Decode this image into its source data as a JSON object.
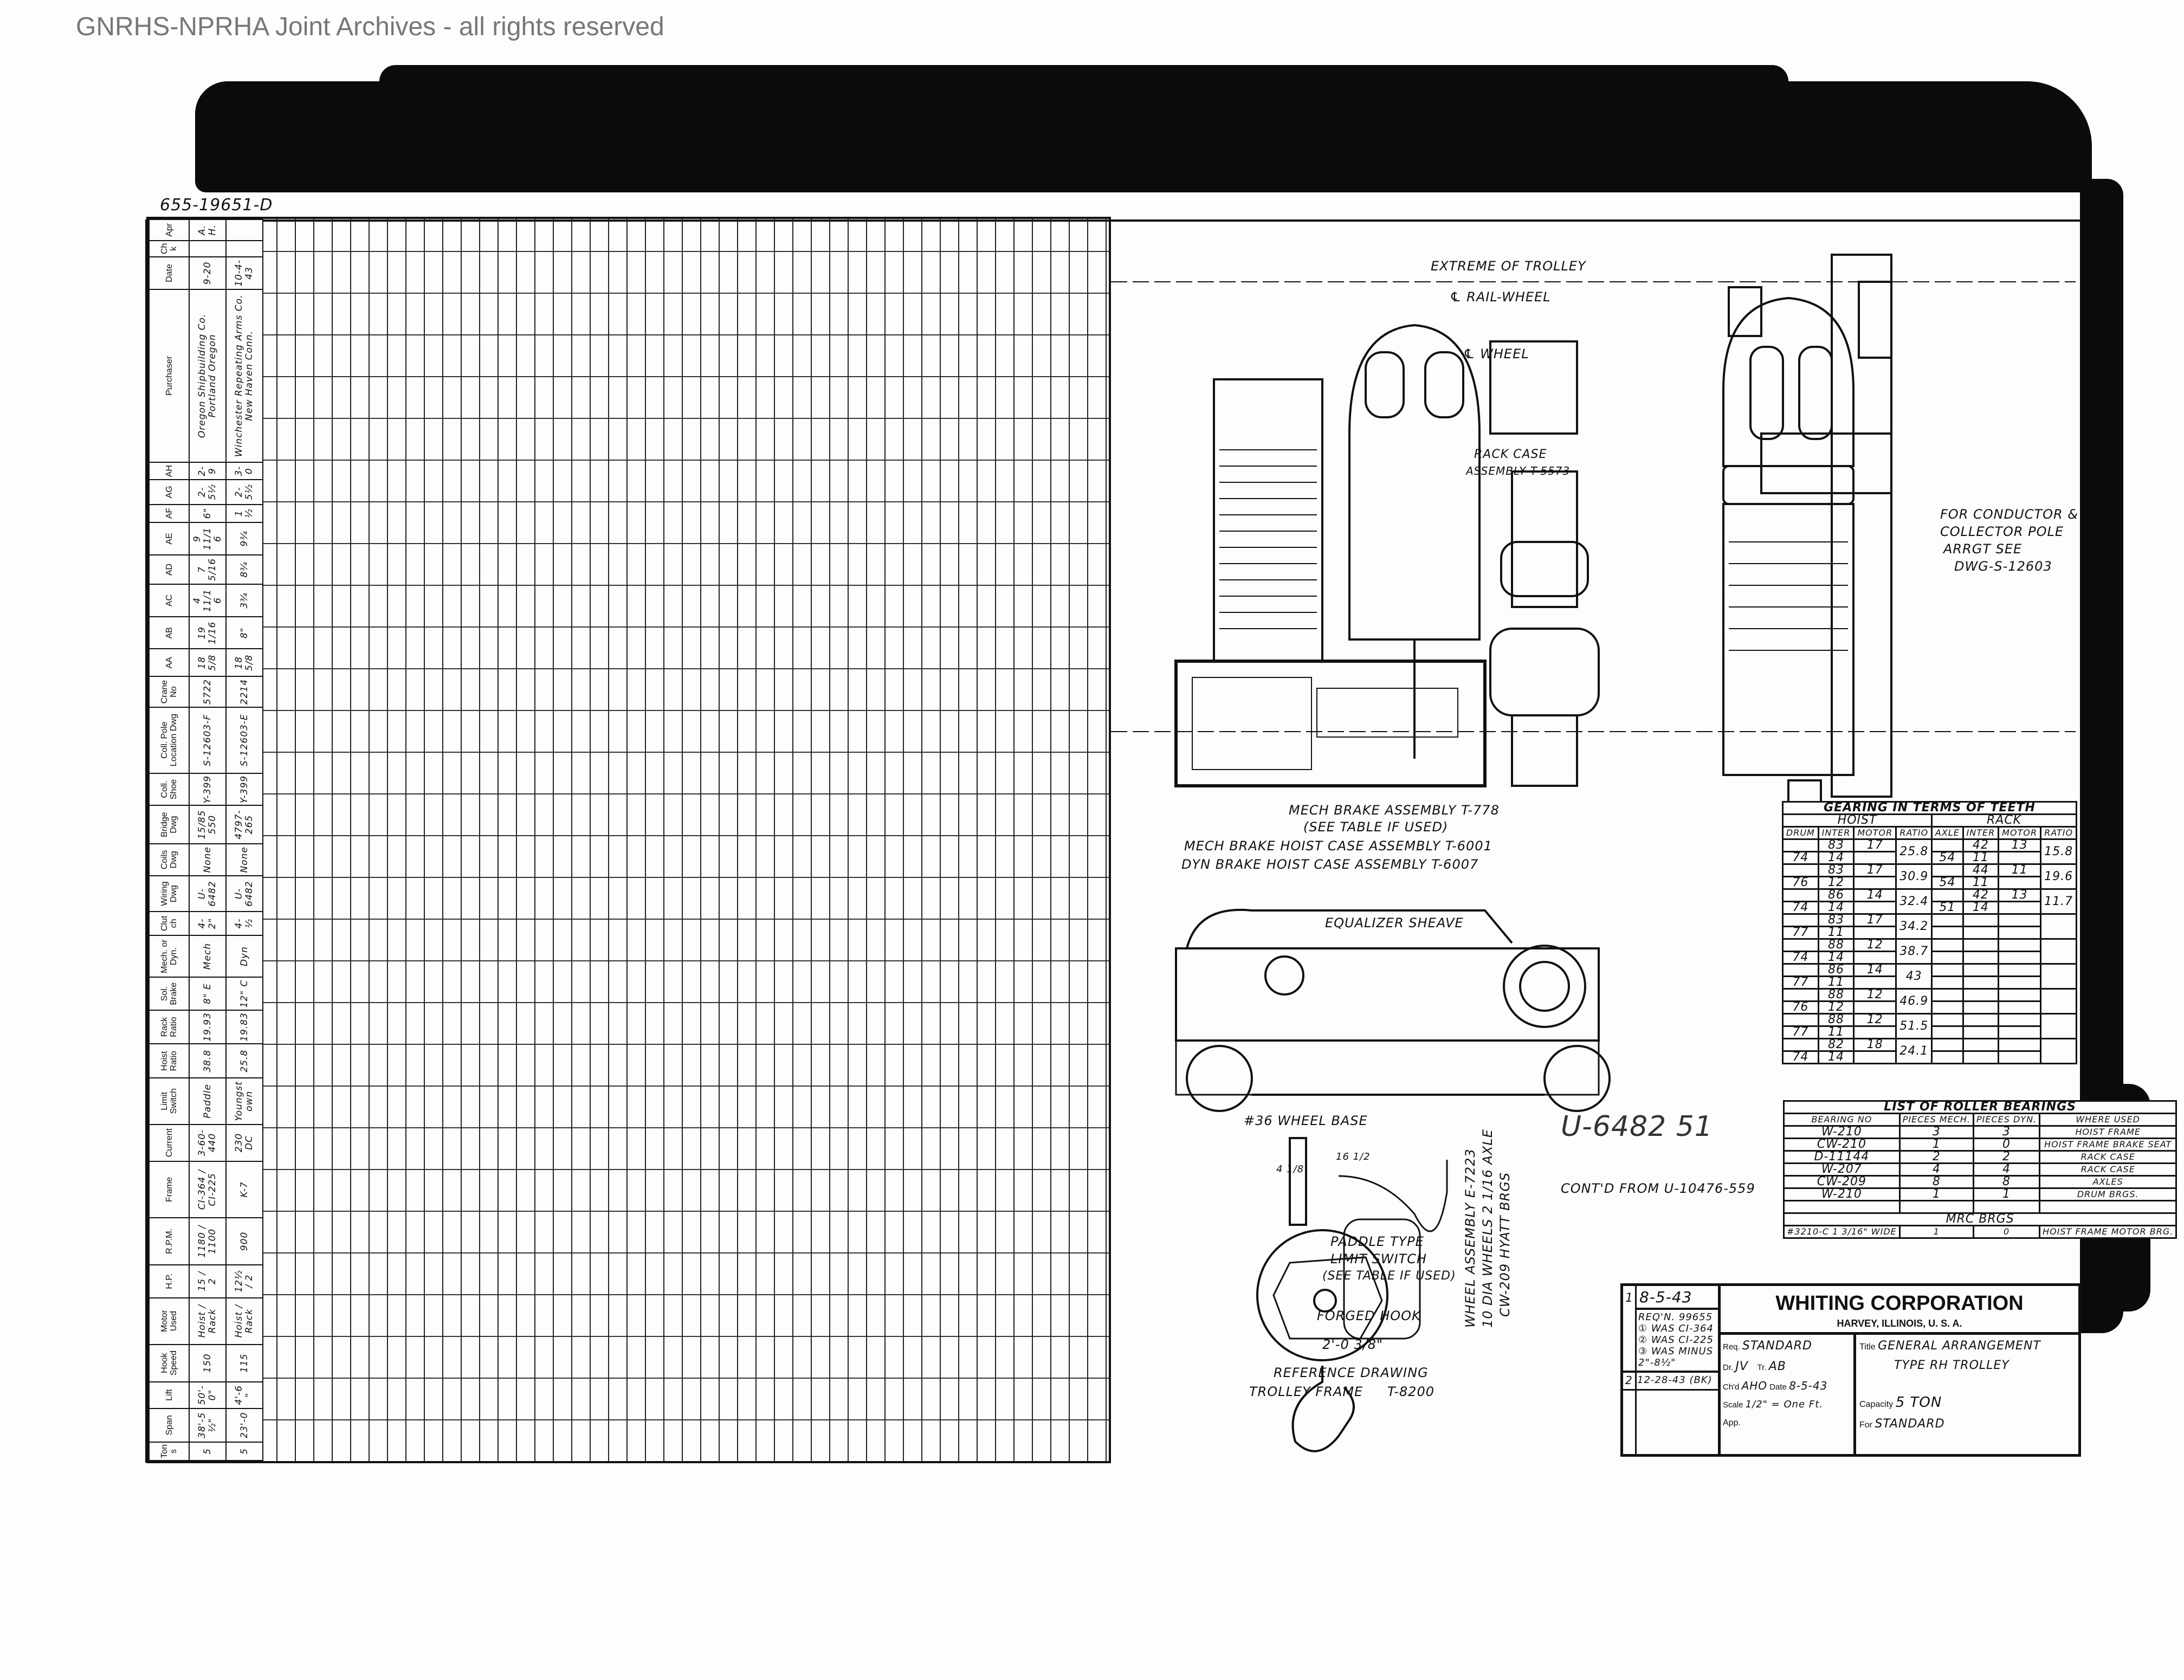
{
  "watermark": "GNRHS-NPRHA Joint Archives - all rights reserved",
  "drawing_number_note": "655-19651-D",
  "order_table": {
    "headers": [
      "Tons",
      "Span",
      "Lift",
      "Hook Speed",
      "Motor Used",
      "H.P.",
      "R.P.M.",
      "Frame",
      "Current",
      "Limit Switch",
      "Hoist Ratio",
      "Rack Ratio",
      "Sol. Brake",
      "Mech. or Dyn.",
      "Clutch",
      "Wiring Dwg",
      "Coils Dwg",
      "Bridge Dwg",
      "Coll. Shoe",
      "Coll. Pole Location Dwg",
      "Crane No",
      "AA",
      "AB",
      "AC",
      "AD",
      "AE",
      "AF",
      "AG",
      "AH",
      "Purchaser",
      "Date",
      "Chk",
      "Apr"
    ],
    "rows": [
      [
        "5",
        "38'-5½\"",
        "50'-0\"",
        "150",
        "Hoist / Rack",
        "15 / 2",
        "1180 / 1100",
        "CI-364 / CI-225",
        "3-60-440",
        "Paddle",
        "38.8",
        "19.93",
        "8\" E",
        "Mech",
        "4-2\"",
        "U-6482",
        "None",
        "15/85550",
        "Y-399",
        "S-12603-F",
        "5722",
        "18 5/8",
        "19 1/16",
        "4 11/16",
        "7 5/16",
        "9 11/16",
        "6\"",
        "2-5½",
        "2-9",
        "Oregon Shipbuilding Co. Portland Oregon",
        "9-20",
        "",
        "A.H."
      ],
      [
        "5",
        "23'-0",
        "4'-6\"",
        "115",
        "Hoist / Rack",
        "12½ / 2",
        "900",
        "K-7",
        "230 DC",
        "Youngstown",
        "25.8",
        "19.83",
        "12\" C",
        "Dyn",
        "4-½",
        "U-6482",
        "None",
        "4797-265",
        "Y-399",
        "S-12603-E",
        "2214",
        "18 5/8",
        "8\"",
        "3¾",
        "8¾",
        "9¾",
        "1½",
        "2-5½",
        "3-0",
        "Winchester Repeating Arms Co. New Haven Conn.",
        "10-4-43",
        "",
        ""
      ]
    ]
  },
  "notes": {
    "extreme_trolley": "EXTREME OF TROLLEY",
    "rail_wheel": "℄ RAIL-WHEEL",
    "wheel": "℄ WHEEL",
    "rack_case": "RACK CASE",
    "rack_case_assy": "ASSEMBLY T-5573",
    "conductor_1": "FOR CONDUCTOR &",
    "conductor_2": "COLLECTOR POLE",
    "conductor_3": "ARRGT SEE",
    "conductor_4": "DWG-S-12603",
    "mech_brake_assy": "MECH BRAKE ASSEMBLY T-778",
    "see_table": "(SEE TABLE IF USED)",
    "mech_brake_hoist": "MECH BRAKE HOIST CASE ASSEMBLY T-6001",
    "dyn_brake_hoist": "DYN BRAKE HOIST CASE ASSEMBLY T-6007",
    "equalizer": "EQUALIZER SHEAVE",
    "wheel_base": "#36 WHEEL BASE",
    "paddle_1": "PADDLE TYPE",
    "paddle_2": "LIMIT SWITCH",
    "paddle_3": "(SEE TABLE IF USED)",
    "forged_hook": "FORGED HOOK",
    "dim_2ft": "2'-0 3/8\"",
    "dim_4": "4 1/8",
    "dim_16": "16 1/2",
    "reference_1": "REFERENCE DRAWING",
    "reference_2": "TROLLEY FRAME",
    "reference_3": "T-8200",
    "wheel_assy_1": "WHEEL ASSEMBLY E-7223",
    "wheel_assy_2": "10 DIA WHEELS 2 1/16 AXLE",
    "wheel_assy_3": "CW-209 HYATT BRGS",
    "contd": "CONT'D FROM U-10476-559",
    "pencil_mark": "U-6482 51"
  },
  "gearing_table": {
    "title": "GEARING IN TERMS OF TEETH",
    "hoist": "HOIST",
    "rack": "RACK",
    "columns": [
      "DRUM",
      "INTER",
      "MOTOR",
      "RATIO",
      "AXLE",
      "INTER",
      "MOTOR",
      "RATIO"
    ],
    "groups": [
      {
        "hoist": [
          [
            "",
            "83",
            "17"
          ],
          [
            "74",
            "14",
            ""
          ]
        ],
        "hoist_ratio": "25.8",
        "rack": [
          [
            "",
            "42",
            "13"
          ],
          [
            "54",
            "11",
            ""
          ]
        ],
        "rack_ratio": "15.8"
      },
      {
        "hoist": [
          [
            "",
            "83",
            "17"
          ],
          [
            "76",
            "12",
            ""
          ]
        ],
        "hoist_ratio": "30.9",
        "rack": [
          [
            "",
            "44",
            "11"
          ],
          [
            "54",
            "11",
            ""
          ]
        ],
        "rack_ratio": "19.6"
      },
      {
        "hoist": [
          [
            "",
            "86",
            "14"
          ],
          [
            "74",
            "14",
            ""
          ]
        ],
        "hoist_ratio": "32.4",
        "rack": [
          [
            "",
            "42",
            "13"
          ],
          [
            "51",
            "14",
            ""
          ]
        ],
        "rack_ratio": "11.7"
      },
      {
        "hoist": [
          [
            "",
            "83",
            "17"
          ],
          [
            "77",
            "11",
            ""
          ]
        ],
        "hoist_ratio": "34.2",
        "rack": [
          [
            "",
            "",
            ""
          ],
          [
            "",
            "",
            ""
          ]
        ],
        "rack_ratio": ""
      },
      {
        "hoist": [
          [
            "",
            "88",
            "12"
          ],
          [
            "74",
            "14",
            ""
          ]
        ],
        "hoist_ratio": "38.7",
        "rack": [
          [
            "",
            "",
            ""
          ],
          [
            "",
            "",
            ""
          ]
        ],
        "rack_ratio": ""
      },
      {
        "hoist": [
          [
            "",
            "86",
            "14"
          ],
          [
            "77",
            "11",
            ""
          ]
        ],
        "hoist_ratio": "43",
        "rack": [
          [
            "",
            "",
            ""
          ],
          [
            "",
            "",
            ""
          ]
        ],
        "rack_ratio": ""
      },
      {
        "hoist": [
          [
            "",
            "88",
            "12"
          ],
          [
            "76",
            "12",
            ""
          ]
        ],
        "hoist_ratio": "46.9",
        "rack": [
          [
            "",
            "",
            ""
          ],
          [
            "",
            "",
            ""
          ]
        ],
        "rack_ratio": ""
      },
      {
        "hoist": [
          [
            "",
            "88",
            "12"
          ],
          [
            "77",
            "11",
            ""
          ]
        ],
        "hoist_ratio": "51.5",
        "rack": [
          [
            "",
            "",
            ""
          ],
          [
            "",
            "",
            ""
          ]
        ],
        "rack_ratio": ""
      },
      {
        "hoist": [
          [
            "",
            "82",
            "18"
          ],
          [
            "74",
            "14",
            ""
          ]
        ],
        "hoist_ratio": "24.1",
        "rack": [
          [
            "",
            "",
            ""
          ],
          [
            "",
            "",
            ""
          ]
        ],
        "rack_ratio": ""
      }
    ]
  },
  "bearings_table": {
    "title": "LIST OF ROLLER BEARINGS",
    "columns": [
      "BEARING NO",
      "PIECES MECH.",
      "PIECES DYN.",
      "WHERE USED"
    ],
    "rows": [
      [
        "W-210",
        "3",
        "3",
        "HOIST FRAME"
      ],
      [
        "CW-210",
        "1",
        "0",
        "HOIST FRAME BRAKE SEAT"
      ],
      [
        "D-11144",
        "2",
        "2",
        "RACK CASE"
      ],
      [
        "W-207",
        "4",
        "4",
        "RACK CASE"
      ],
      [
        "CW-209",
        "8",
        "8",
        "AXLES"
      ],
      [
        "W-210",
        "1",
        "1",
        "DRUM BRGS."
      ],
      [
        "",
        "",
        "",
        ""
      ]
    ],
    "mrc_title": "MRC BRGS",
    "mrc_row": [
      "#3210-C 1 3/16\" WIDE",
      "1",
      "0",
      "HOIST FRAME MOTOR BRG."
    ]
  },
  "title_block": {
    "company": "WHITING CORPORATION",
    "location": "HARVEY, ILLINOIS, U. S. A.",
    "rev_1_no": "1",
    "rev_1_date": "8-5-43",
    "rev_1_notes": [
      "REQ'N. 99655",
      "① WAS CI-364",
      "② WAS CI-225",
      "③ WAS MINUS",
      "2\"-8½\""
    ],
    "rev_2_no": "2",
    "rev_2_date": "12-28-43 (BK)",
    "req_label": "Req.",
    "req_value": "STANDARD",
    "dr_label": "Dr.",
    "dr_value": "JV",
    "tr_label": "Tr.",
    "tr_value": "AB",
    "chd_label": "Ch'd",
    "chd_value": "AHO",
    "date_label": "Date",
    "date_value": "8-5-43",
    "scale_label": "Scale",
    "scale_value": "1/2\" = One Ft.",
    "app_label": "App.",
    "title_label": "Title",
    "title_value_1": "GENERAL ARRANGEMENT",
    "title_value_2": "TYPE RH TROLLEY",
    "capacity_label": "Capacity",
    "capacity_value": "5 TON",
    "for_label": "For",
    "for_value": "STANDARD"
  }
}
